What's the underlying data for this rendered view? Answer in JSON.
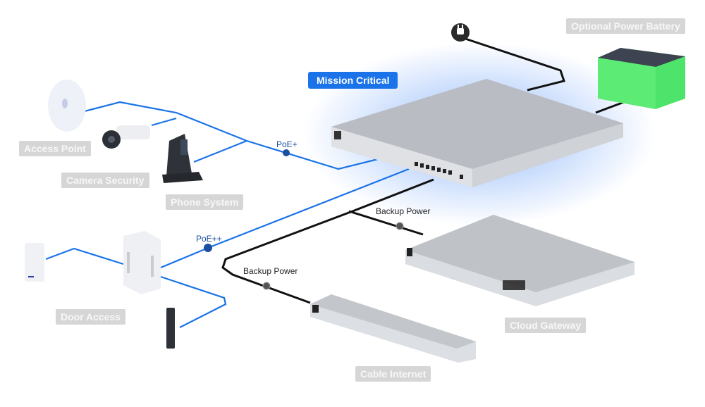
{
  "diagram": {
    "main_device": {
      "label": "Mission Critical"
    },
    "labels": {
      "access_point": "Access Point",
      "camera_security": "Camera Security",
      "phone_system": "Phone System",
      "door_access": "Door Access",
      "cloud_gateway": "Cloud Gateway",
      "cable_internet": "Cable Internet",
      "optional_power_battery": "Optional Power Battery"
    },
    "connections": {
      "poe_plus": "PoE+",
      "poe_plus_plus": "PoE++",
      "backup_power_1": "Backup Power",
      "backup_power_2": "Backup Power"
    },
    "colors": {
      "poe_line": "#1a73e8",
      "power_line": "#111111",
      "accent": "#1a73e8",
      "label_bg": "#d6d6d6",
      "battery": "#4ee36a"
    }
  }
}
